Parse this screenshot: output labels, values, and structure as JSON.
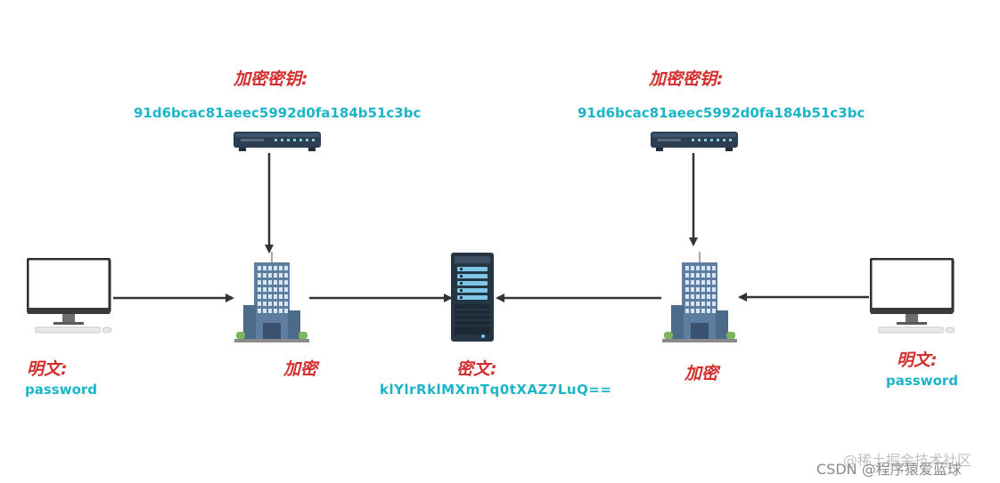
{
  "left": {
    "key_label": "加密密钥:",
    "key_value": "91d6bcac81aeec5992d0fa184b51c3bc",
    "plaintext_label": "明文:",
    "plaintext_value": "password",
    "encrypt_label": "加密"
  },
  "center": {
    "ciphertext_label": "密文:",
    "ciphertext_value": "klYlrRklMXmTq0tXAZ7LuQ=="
  },
  "right": {
    "key_label": "加密密钥:",
    "key_value": "91d6bcac81aeec5992d0fa184b51c3bc",
    "plaintext_label": "明文:",
    "plaintext_value": "password",
    "encrypt_label": "加密"
  },
  "watermark": {
    "primary": "CSDN @程序猿爱蓝球",
    "secondary": "@稀土掘金技术社区"
  },
  "colors": {
    "label_red": "#d32f2f",
    "value_cyan": "#1cb5c8",
    "arrow": "#333333",
    "device_dark": "#2c3e50",
    "building_blue": "#5d7ea0"
  },
  "icons": [
    "monitor-icon",
    "router-icon",
    "building-icon",
    "server-icon"
  ]
}
